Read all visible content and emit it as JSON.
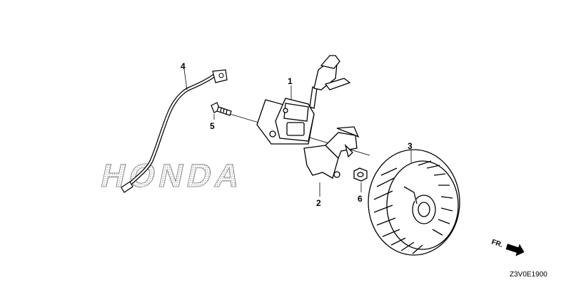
{
  "watermark": {
    "text": "HONDA"
  },
  "callouts": [
    {
      "id": "1",
      "label": "1"
    },
    {
      "id": "2",
      "label": "2"
    },
    {
      "id": "3",
      "label": "3"
    },
    {
      "id": "4",
      "label": "4"
    },
    {
      "id": "5",
      "label": "5"
    },
    {
      "id": "6",
      "label": "6"
    }
  ],
  "direction": {
    "label": "FR."
  },
  "diagram_code": "Z3V0E1900"
}
